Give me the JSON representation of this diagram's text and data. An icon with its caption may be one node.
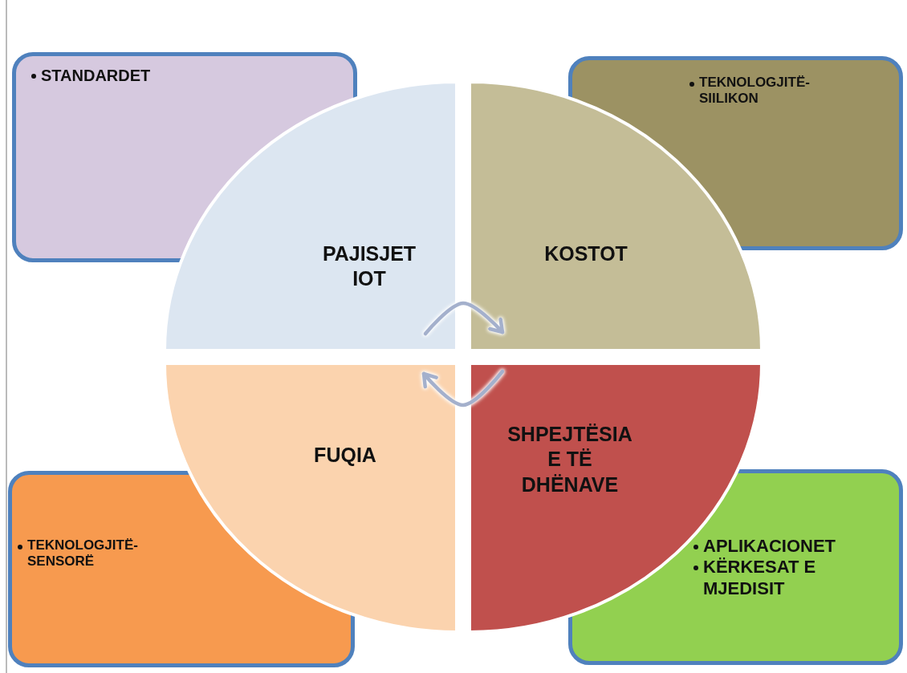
{
  "diagram": {
    "nodes": [
      {
        "text": [
          "STANDARDET"
        ]
      },
      {
        "text": [
          "TEKNOLOGJITË- SIILIKON"
        ]
      },
      {
        "text": [
          "PAJISJET IOT"
        ]
      },
      {
        "text": [
          "KOSTOT"
        ]
      },
      {
        "text": [
          "FUQIA"
        ]
      },
      {
        "text": [
          "SHPEJTËSIA E TË DHËNAVE"
        ]
      },
      {
        "text": [
          "TEKNOLOGJITË- SENSORË"
        ]
      },
      {
        "text": [
          "APLIKACIONET",
          "KËRKESAT E MJEDISIT"
        ]
      }
    ],
    "edges": [
      {
        "from": 2,
        "to": 3,
        "arrow": "to"
      },
      {
        "from": 5,
        "to": 4,
        "arrow": "to"
      }
    ]
  }
}
